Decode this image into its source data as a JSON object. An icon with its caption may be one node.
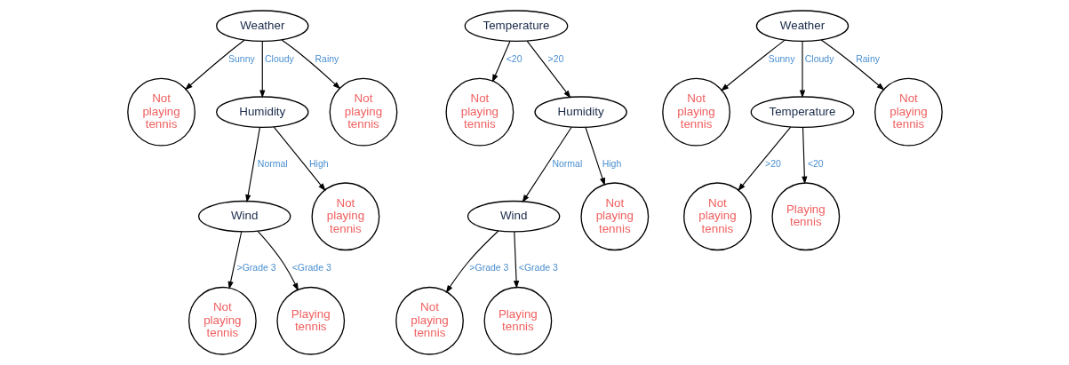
{
  "diagram": {
    "nodes": [
      {
        "text": [
          "Weather"
        ]
      },
      {
        "text": [
          "Not playing tennis"
        ]
      },
      {
        "text": [
          "Humidity"
        ]
      },
      {
        "text": [
          "Not playing tennis"
        ]
      },
      {
        "text": [
          "Wind"
        ]
      },
      {
        "text": [
          "Not playing tennis"
        ]
      },
      {
        "text": [
          "Not playing tennis"
        ]
      },
      {
        "text": [
          "Playing tennis"
        ]
      },
      {
        "text": [
          "Temperature"
        ]
      },
      {
        "text": [
          "Not playing tennis"
        ]
      },
      {
        "text": [
          "Humidity"
        ]
      },
      {
        "text": [
          "Wind"
        ]
      },
      {
        "text": [
          "Not playing tennis"
        ]
      },
      {
        "text": [
          "Not playing tennis"
        ]
      },
      {
        "text": [
          "Playing tennis"
        ]
      },
      {
        "text": [
          "Weather"
        ]
      },
      {
        "text": [
          "Not playing tennis"
        ]
      },
      {
        "text": [
          "Temperature"
        ]
      },
      {
        "text": [
          "Not playing tennis"
        ]
      },
      {
        "text": [
          "Not playing tennis"
        ]
      },
      {
        "text": [
          "Playing tennis"
        ]
      }
    ],
    "edges": [
      {
        "from": 0,
        "to": 1,
        "arrow": "to",
        "label": "Sunny"
      },
      {
        "from": 0,
        "to": 2,
        "arrow": "to",
        "label": "Cloudy"
      },
      {
        "from": 0,
        "to": 3,
        "arrow": "to",
        "label": "Rainy"
      },
      {
        "from": 2,
        "to": 4,
        "arrow": "to",
        "label": "Normal"
      },
      {
        "from": 2,
        "to": 5,
        "arrow": "to",
        "label": "High"
      },
      {
        "from": 4,
        "to": 6,
        "arrow": "to",
        "label": ">Grade 3"
      },
      {
        "from": 4,
        "to": 7,
        "arrow": "to",
        "label": "<Grade 3"
      },
      {
        "from": 8,
        "to": 9,
        "arrow": "to",
        "label": "<20"
      },
      {
        "from": 8,
        "to": 10,
        "arrow": "to",
        "label": ">20"
      },
      {
        "from": 10,
        "to": 11,
        "arrow": "to",
        "label": "Normal"
      },
      {
        "from": 10,
        "to": 12,
        "arrow": "to",
        "label": "High"
      },
      {
        "from": 11,
        "to": 13,
        "arrow": "to",
        "label": ">Grade 3"
      },
      {
        "from": 11,
        "to": 14,
        "arrow": "to",
        "label": "<Grade 3"
      },
      {
        "from": 15,
        "to": 16,
        "arrow": "to",
        "label": "Sunny"
      },
      {
        "from": 15,
        "to": 17,
        "arrow": "to",
        "label": "Cloudy"
      },
      {
        "from": 15,
        "to": 18,
        "arrow": "to",
        "label": "Rainy"
      },
      {
        "from": 17,
        "to": 19,
        "arrow": "to",
        "label": ">20"
      },
      {
        "from": 17,
        "to": 20,
        "arrow": "to",
        "label": "<20"
      }
    ]
  }
}
